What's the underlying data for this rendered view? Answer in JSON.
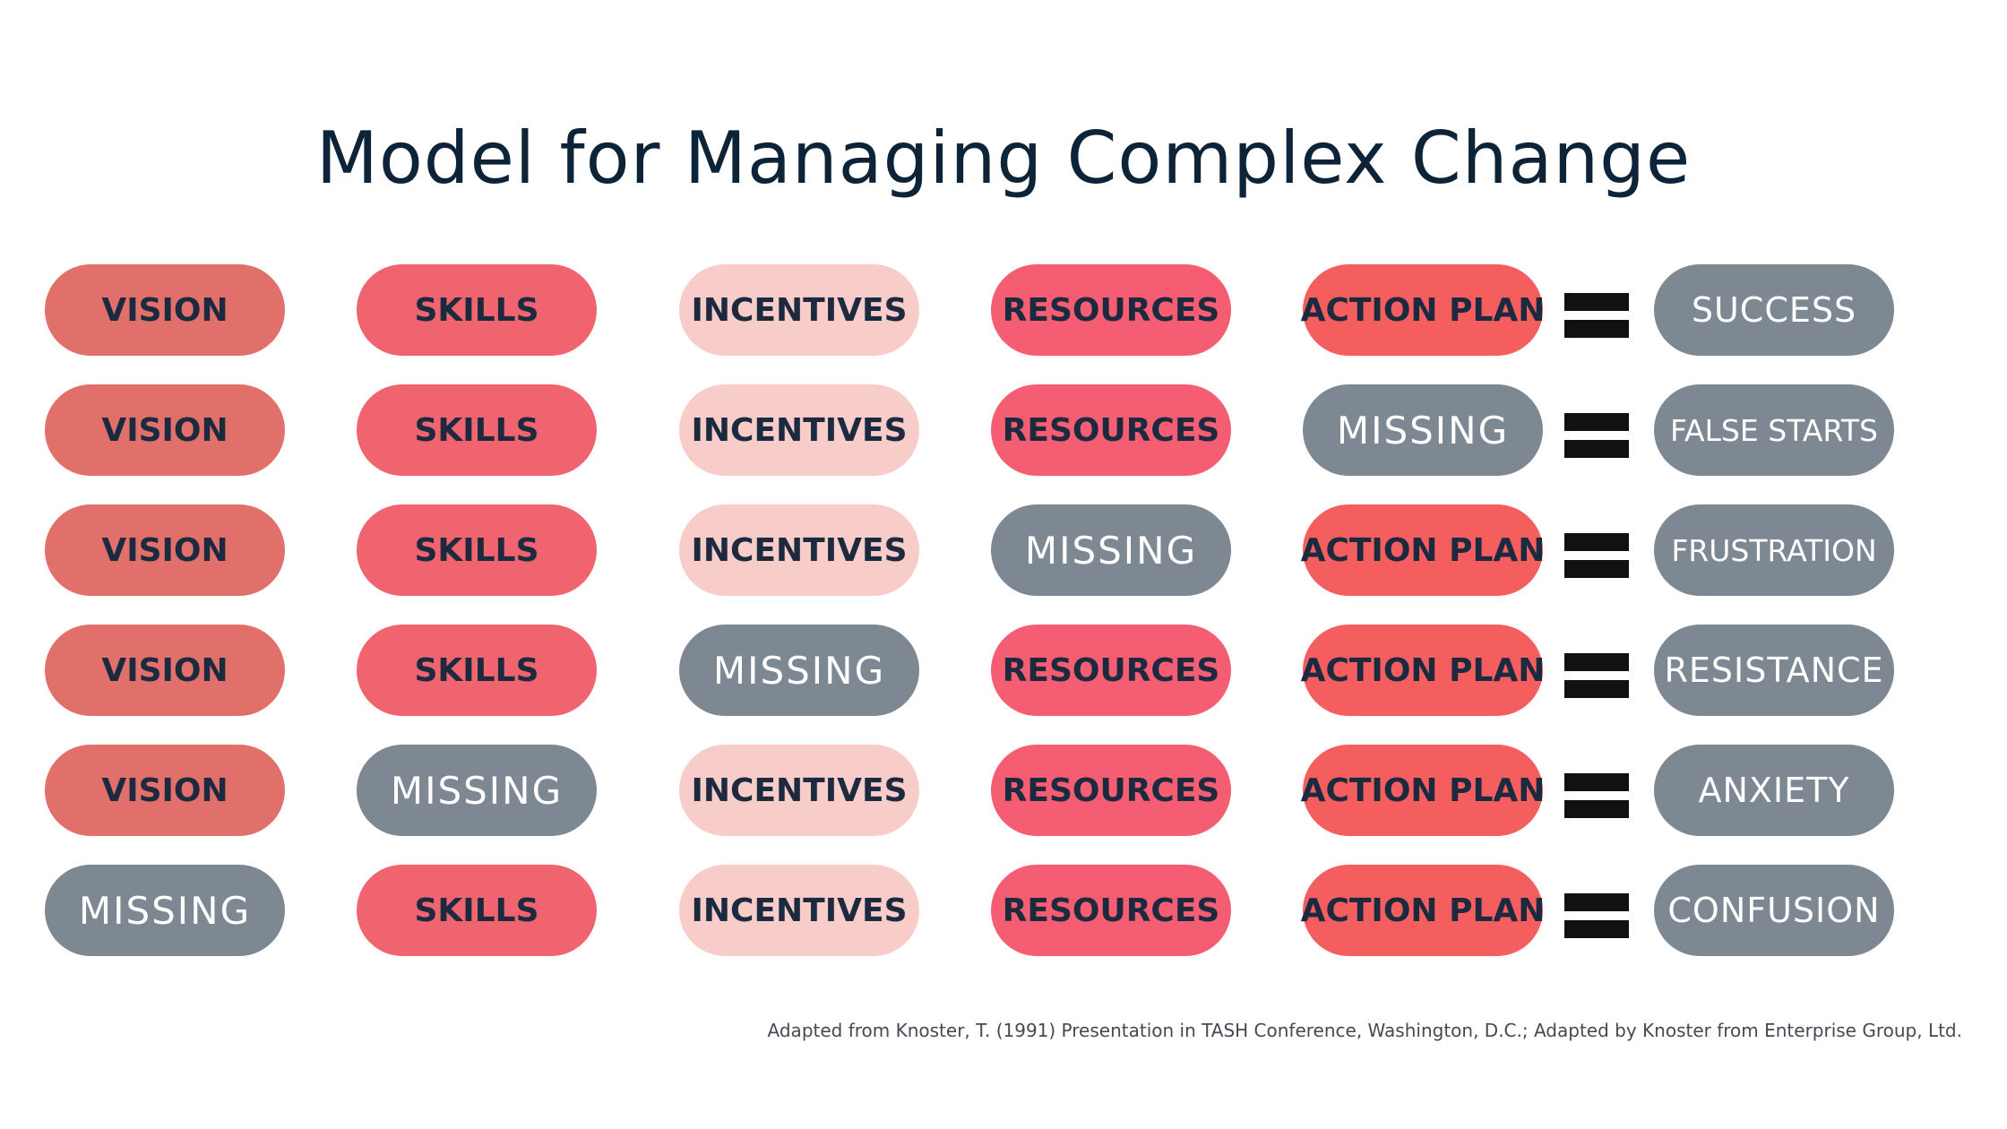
{
  "title": "Model for Managing Complex Change",
  "citation": "Adapted from Knoster, T. (1991) Presentation in TASH Conference, Washington, D.C.; Adapted by Knoster from Enterprise Group, Ltd.",
  "colors": {
    "vision": "#e2706a",
    "skills": "#f0646f",
    "incentives": "#f8cdc9",
    "resources": "#f45d72",
    "action_plan": "#f55e5e",
    "missing": "#7d8892",
    "outcome": "#7d8892",
    "equals": "#111111",
    "title": "#0d2438"
  },
  "rows": [
    {
      "cells": [
        "VISION",
        "SKILLS",
        "INCENTIVES",
        "RESOURCES",
        "ACTION PLAN"
      ],
      "outcome": "SUCCESS"
    },
    {
      "cells": [
        "VISION",
        "SKILLS",
        "INCENTIVES",
        "RESOURCES",
        "MISSING"
      ],
      "outcome": "FALSE STARTS"
    },
    {
      "cells": [
        "VISION",
        "SKILLS",
        "INCENTIVES",
        "MISSING",
        "ACTION PLAN"
      ],
      "outcome": "FRUSTRATION"
    },
    {
      "cells": [
        "VISION",
        "SKILLS",
        "MISSING",
        "RESOURCES",
        "ACTION PLAN"
      ],
      "outcome": "RESISTANCE"
    },
    {
      "cells": [
        "VISION",
        "MISSING",
        "INCENTIVES",
        "RESOURCES",
        "ACTION PLAN"
      ],
      "outcome": "ANXIETY"
    },
    {
      "cells": [
        "MISSING",
        "SKILLS",
        "INCENTIVES",
        "RESOURCES",
        "ACTION PLAN"
      ],
      "outcome": "CONFUSION"
    }
  ]
}
